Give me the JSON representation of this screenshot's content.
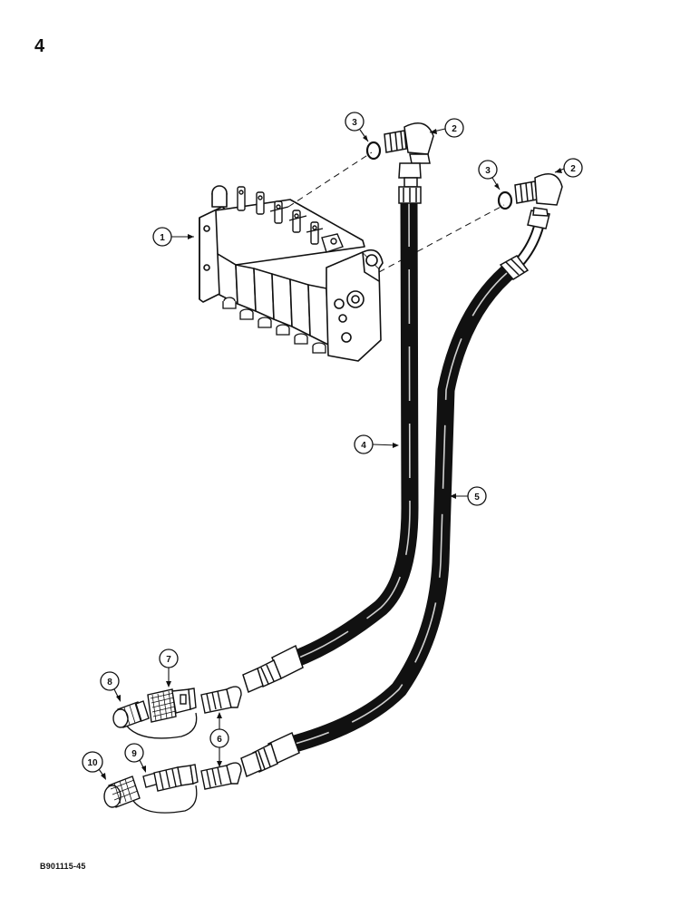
{
  "page": {
    "number": "4",
    "figure_code": "B901115-45"
  },
  "colors": {
    "ink": "#111111",
    "paper": "#ffffff",
    "hose": "#161616"
  },
  "callouts": [
    {
      "id": "c1",
      "label": "1",
      "part": "control-valve-assembly"
    },
    {
      "id": "c2a",
      "label": "2",
      "part": "elbow-fitting"
    },
    {
      "id": "c3a",
      "label": "3",
      "part": "o-ring"
    },
    {
      "id": "c2b",
      "label": "2",
      "part": "elbow-fitting"
    },
    {
      "id": "c3b",
      "label": "3",
      "part": "o-ring"
    },
    {
      "id": "c4",
      "label": "4",
      "part": "hydraulic-hose"
    },
    {
      "id": "c5",
      "label": "5",
      "part": "hydraulic-hose"
    },
    {
      "id": "c6",
      "label": "6",
      "part": "elbow-adapter"
    },
    {
      "id": "c7",
      "label": "7",
      "part": "quick-coupler-female"
    },
    {
      "id": "c8",
      "label": "8",
      "part": "dust-plug"
    },
    {
      "id": "c9",
      "label": "9",
      "part": "quick-coupler-male"
    },
    {
      "id": "c10",
      "label": "10",
      "part": "dust-cap"
    }
  ]
}
